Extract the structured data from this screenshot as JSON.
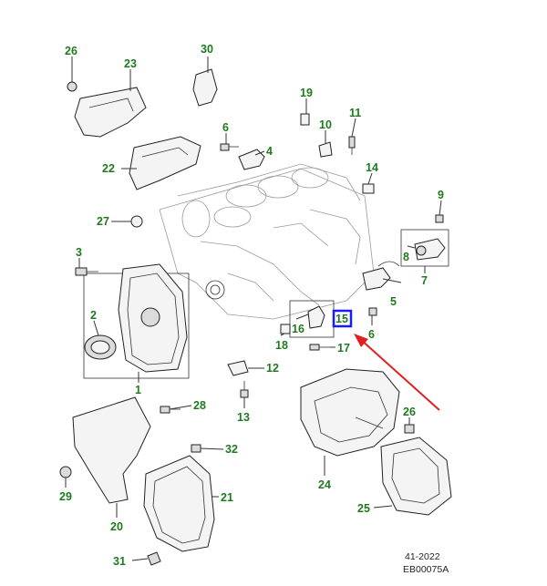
{
  "callouts": {
    "c1": "1",
    "c2": "2",
    "c3": "3",
    "c4": "4",
    "c5": "5",
    "c6a": "6",
    "c6b": "6",
    "c7": "7",
    "c8": "8",
    "c9": "9",
    "c10": "10",
    "c11": "11",
    "c12": "12",
    "c13": "13",
    "c14": "14",
    "c15": "15",
    "c16": "16",
    "c17": "17",
    "c18": "18",
    "c19": "19",
    "c20": "20",
    "c21": "21",
    "c22": "22",
    "c23": "23",
    "c24": "24",
    "c25": "25",
    "c26a": "26",
    "c26b": "26",
    "c27": "27",
    "c28": "28",
    "c29": "29",
    "c30": "30",
    "c31": "31",
    "c32": "32"
  },
  "highlighted_callout": "15",
  "footer": {
    "date_code": "41-2022",
    "illustration_id": "EB00075A"
  },
  "colors": {
    "callout_text": "#1f7a1f",
    "highlight_box": "#1a1aff",
    "arrow": "#e02020"
  }
}
